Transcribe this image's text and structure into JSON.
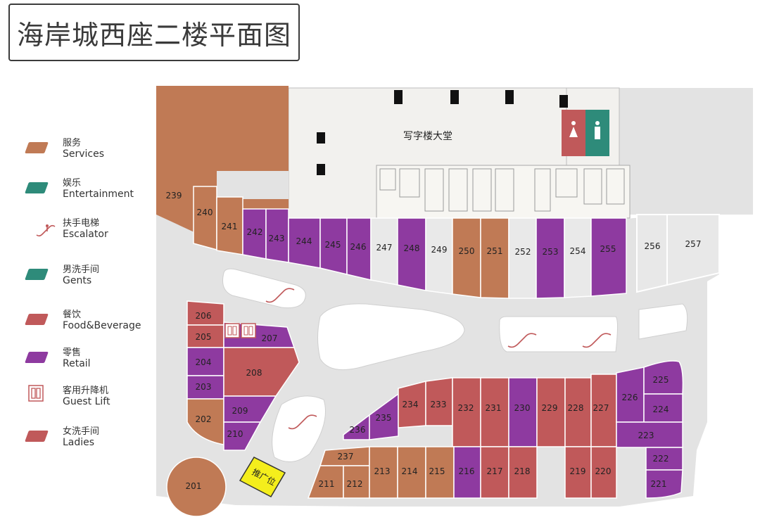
{
  "title": "海岸城西座二楼平面图",
  "colors": {
    "services": "#c07a55",
    "entertainment": "#2e8b7a",
    "food": "#c0595a",
    "retail": "#8e3aa0",
    "corridor": "#e2e2e2",
    "lobby": "#f2f1ee",
    "promo": "#f4ee1c"
  },
  "legend": [
    {
      "cn": "服务",
      "en": "Services",
      "icon": "services-swatch",
      "color": "#c07a55"
    },
    {
      "cn": "娱乐",
      "en": "Entertainment",
      "icon": "entertainment-swatch",
      "color": "#2e8b7a"
    },
    {
      "cn": "扶手电梯",
      "en": "Escalator",
      "icon": "escalator-icon",
      "color": "#c0595a"
    },
    {
      "cn": "男洗手间",
      "en": "Gents",
      "icon": "gents-icon",
      "color": "#2e8b7a"
    },
    {
      "cn": "餐饮",
      "en": "Food&Beverage",
      "icon": "food-beverage-swatch",
      "color": "#c0595a"
    },
    {
      "cn": "零售",
      "en": "Retail",
      "icon": "retail-swatch",
      "color": "#8e3aa0"
    },
    {
      "cn": "客用升降机",
      "en": "Guest Lift",
      "icon": "guest-lift-icon",
      "color": "#c0595a"
    },
    {
      "cn": "女洗手间",
      "en": "Ladies",
      "icon": "ladies-icon",
      "color": "#c0595a"
    }
  ],
  "map": {
    "lobby_label": "写字楼大堂",
    "promo_label": "推广位",
    "units": {
      "201": "201",
      "202": "202",
      "203": "203",
      "204": "204",
      "205": "205",
      "206": "206",
      "207": "207",
      "208": "208",
      "209": "209",
      "210": "210",
      "211": "211",
      "212": "212",
      "213": "213",
      "214": "214",
      "215": "215",
      "216": "216",
      "217": "217",
      "218": "218",
      "219": "219",
      "220": "220",
      "221": "221",
      "222": "222",
      "223": "223",
      "224": "224",
      "225": "225",
      "226": "226",
      "227": "227",
      "228": "228",
      "229": "229",
      "230": "230",
      "231": "231",
      "232": "232",
      "233": "233",
      "234": "234",
      "235": "235",
      "236": "236",
      "237": "237",
      "239": "239",
      "240": "240",
      "241": "241",
      "242": "242",
      "243": "243",
      "244": "244",
      "245": "245",
      "246": "246",
      "247": "247",
      "248": "248",
      "249": "249",
      "250": "250",
      "251": "251",
      "252": "252",
      "253": "253",
      "254": "254",
      "255": "255",
      "256": "256",
      "257": "257"
    }
  }
}
